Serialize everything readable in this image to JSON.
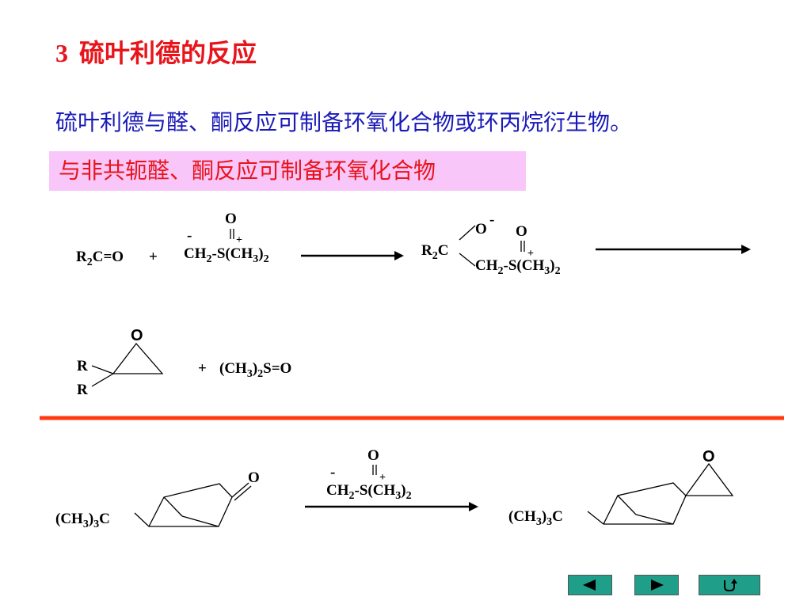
{
  "header": {
    "number": "3",
    "title": "硫叶利德的反应"
  },
  "intro": "硫叶利德与醛、酮反应可制备环氧化合物或环丙烷衍生物。",
  "tag": "与非共轭醛、酮反应可制备环氧化合物",
  "scheme": {
    "plus": "+",
    "dash": "-",
    "charge_plus": "+",
    "charge_minus": "-",
    "r2c": "R",
    "two": "2",
    "three": "3",
    "c_eq_o": "C=O",
    "c": "C",
    "ch": "CH",
    "s_group": "-S(CH",
    "close_paren": ")",
    "oxygen": "O",
    "r": "R",
    "ch3_open": "(CH",
    "s_eq_o": "S=O"
  },
  "colors": {
    "title": "#e8141b",
    "intro": "#1a1ab8",
    "tag_bg": "#f9c6f9",
    "divider": "#ff3a12",
    "nav_button": "#1f9e8a"
  },
  "nav": {
    "prev_icon": "triangle-left-icon",
    "next_icon": "triangle-right-icon",
    "return_icon": "return-arrow-icon"
  }
}
